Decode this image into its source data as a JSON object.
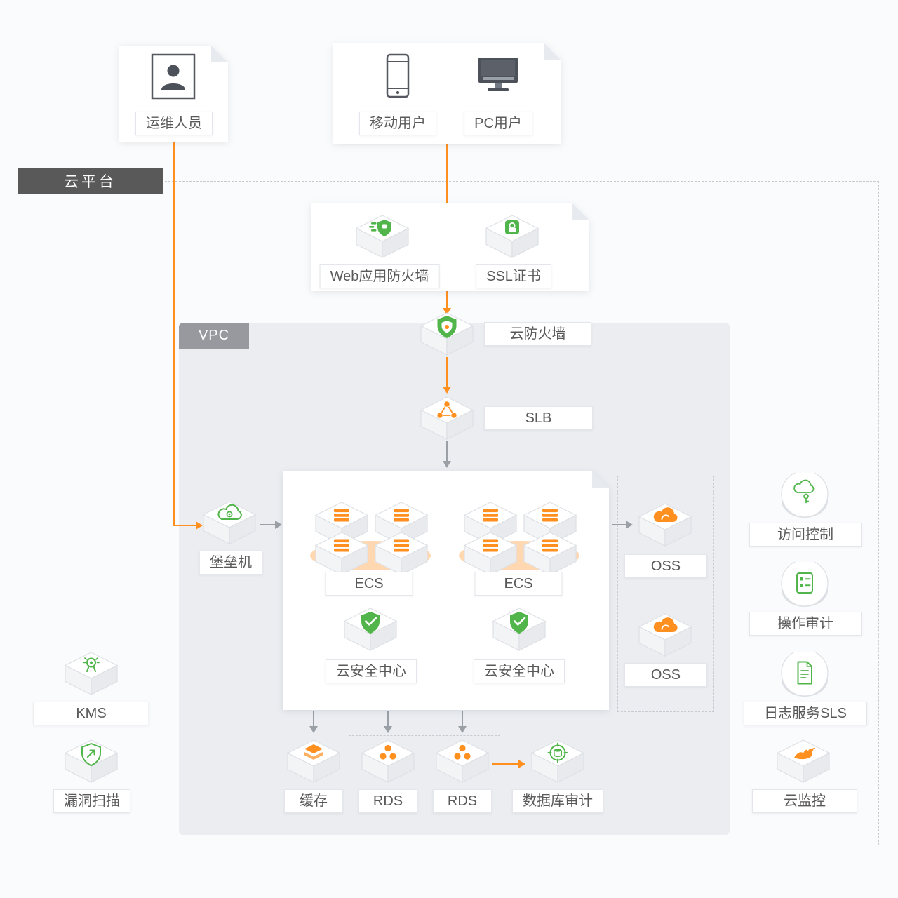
{
  "regions": {
    "platform": {
      "label": "云平台"
    },
    "vpc": {
      "label": "VPC"
    }
  },
  "colors": {
    "accent_orange": "#ff8f1f",
    "accent_green": "#52b54b",
    "arrow_gray": "#9aa0a6",
    "platform_tab_bg": "#595959",
    "vpc_tab_bg": "#97999e",
    "vpc_region_bg": "#ebedf1",
    "label_text": "#595959"
  },
  "nodes": {
    "ops_user": {
      "label": "运维人员",
      "icon": "operator-icon"
    },
    "mobile_user": {
      "label": "移动用户",
      "icon": "mobile-phone-icon"
    },
    "pc_user": {
      "label": "PC用户",
      "icon": "desktop-monitor-icon"
    },
    "waf": {
      "label": "Web应用防火墙",
      "icon": "waf-shield-icon"
    },
    "ssl_cert": {
      "label": "SSL证书",
      "icon": "ssl-certificate-icon"
    },
    "cloud_firewall": {
      "label": "云防火墙",
      "icon": "firewall-shield-icon"
    },
    "slb": {
      "label": "SLB",
      "icon": "load-balancer-icon"
    },
    "bastion": {
      "label": "堡垒机",
      "icon": "bastion-cloud-gear-icon"
    },
    "ecs_cluster_1": {
      "label": "ECS",
      "icon": "ecs-server-cluster-icon"
    },
    "ecs_cluster_2": {
      "label": "ECS",
      "icon": "ecs-server-cluster-icon"
    },
    "security_center_1": {
      "label": "云安全中心",
      "icon": "security-shield-check-icon"
    },
    "security_center_2": {
      "label": "云安全中心",
      "icon": "security-shield-check-icon"
    },
    "oss_1": {
      "label": "OSS",
      "icon": "oss-cloud-icon"
    },
    "oss_2": {
      "label": "OSS",
      "icon": "oss-cloud-icon"
    },
    "kms": {
      "label": "KMS",
      "icon": "kms-medal-icon"
    },
    "vuln_scan": {
      "label": "漏洞扫描",
      "icon": "vulnerability-scan-icon"
    },
    "cache": {
      "label": "缓存",
      "icon": "cache-layers-icon"
    },
    "rds_1": {
      "label": "RDS",
      "icon": "rds-database-icon"
    },
    "rds_2": {
      "label": "RDS",
      "icon": "rds-database-icon"
    },
    "db_audit": {
      "label": "数据库审计",
      "icon": "database-audit-icon"
    },
    "access_control": {
      "label": "访问控制",
      "icon": "access-control-icon"
    },
    "action_audit": {
      "label": "操作审计",
      "icon": "operation-audit-icon"
    },
    "log_service": {
      "label": "日志服务SLS",
      "icon": "log-service-icon"
    },
    "cloud_monitor": {
      "label": "云监控",
      "icon": "cloud-monitor-icon"
    }
  }
}
